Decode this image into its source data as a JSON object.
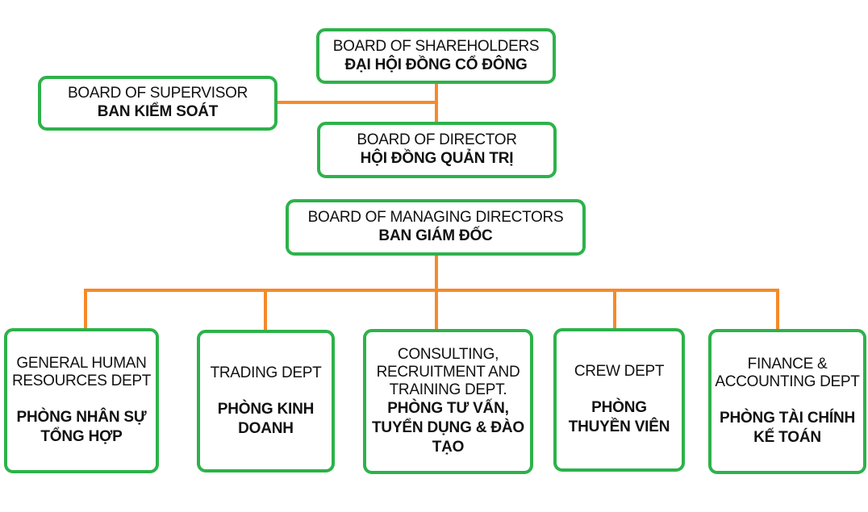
{
  "colors": {
    "box_border": "#2db24a",
    "connector": "#f58a2a",
    "text": "#111111"
  },
  "nodes": {
    "shareholders": {
      "en": "BOARD OF SHAREHOLDERS",
      "vi": "ĐẠI HỘI ĐỒNG CỔ ĐÔNG"
    },
    "supervisor": {
      "en": "BOARD OF SUPERVISOR",
      "vi": "BAN KIỂM SOÁT"
    },
    "directors": {
      "en": "BOARD OF DIRECTOR",
      "vi": "HỘI ĐỒNG QUẢN TRỊ"
    },
    "managing": {
      "en": "BOARD OF MANAGING DIRECTORS",
      "vi": "BAN GIÁM ĐỐC"
    }
  },
  "departments": [
    {
      "en_lines": [
        "GENERAL HUMAN",
        "RESOURCES DEPT"
      ],
      "vi_lines": [
        "PHÒNG NHÂN SỰ",
        "TỔNG HỢP"
      ]
    },
    {
      "en_lines": [
        "TRADING DEPT"
      ],
      "vi_lines": [
        "PHÒNG KINH",
        "DOANH"
      ]
    },
    {
      "en_lines": [
        "CONSULTING,",
        "RECRUITMENT AND",
        "TRAINING DEPT."
      ],
      "vi_lines": [
        "PHÒNG TƯ VẤN,",
        "TUYỂN DỤNG & ĐÀO",
        "TẠO"
      ]
    },
    {
      "en_lines": [
        "CREW DEPT"
      ],
      "vi_lines": [
        "PHÒNG",
        "THUYỀN VIÊN"
      ]
    },
    {
      "en_lines": [
        "FINANCE &",
        "ACCOUNTING DEPT"
      ],
      "vi_lines": [
        "PHÒNG TÀI CHÍNH",
        "KẾ TOÁN"
      ]
    }
  ]
}
